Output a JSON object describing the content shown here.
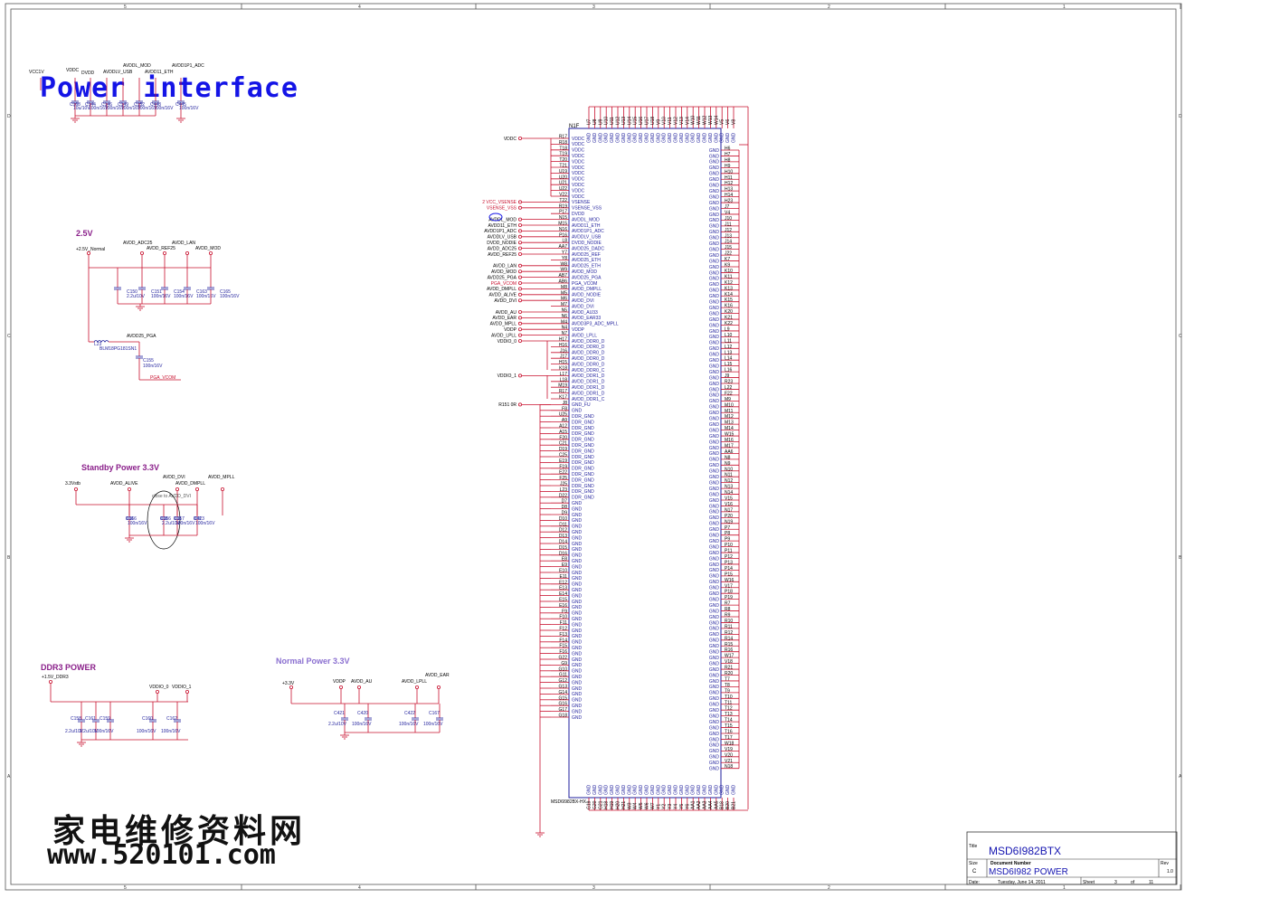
{
  "page": {
    "title": "Power interface",
    "colors": {
      "wire": "#c8102e",
      "part": "#1e1e9c",
      "border": "#444444",
      "title": "#1414e6",
      "section": "#8a1f8a"
    }
  },
  "border": {
    "col_labels": [
      "5",
      "4",
      "3",
      "2",
      "1"
    ],
    "row_labels": [
      "D",
      "C",
      "B",
      "A"
    ]
  },
  "top_group": {
    "labels": [
      "VCC1V",
      "VDDC",
      "DVDD",
      "AVDDLV_USB",
      "AVDDL_MOD",
      "AVDD11_ETH",
      "AVDD1P1_ADC"
    ],
    "caps": [
      "C168",
      "C144",
      "C146",
      "C149",
      "C152",
      "C448",
      "C445"
    ],
    "values": [
      "10u/10V",
      "100n/16V",
      "100n/16V",
      "100n/16V",
      "100n/16V",
      "100n/16V",
      "100n/16V"
    ]
  },
  "sec_25v": {
    "title": "2.5V",
    "nets": [
      "+2.5V_Normal",
      "AVDD_ADC25",
      "AVDD_REF25",
      "AVDD_LAN",
      "AVDD_MOD"
    ],
    "caps": [
      "C150",
      "C151",
      "C154",
      "C163",
      "C165"
    ],
    "values": [
      "2.2u/10V",
      "100n/16V",
      "100n/16V",
      "100n/16V",
      "100n/16V"
    ],
    "inductor": "L23",
    "inductor_part": "BLM18PG181SN1",
    "out_net": "AVDD25_PGA",
    "out_cap": "C155",
    "out_cap_value": "100n/16V",
    "pga": "PGA_VCOM"
  },
  "sec_standby": {
    "title": "Standby Power 3.3V",
    "nets": [
      "3.3Vstb",
      "AVDD_ALIVE",
      "AVDD_DVI",
      "AVDD_DMPLL",
      "AVDD_MPLL"
    ],
    "note": "close to AVDD_DVI",
    "caps": [
      "C166",
      "C156",
      "C157",
      "C423"
    ],
    "values": [
      "100n/16V",
      "2.2u/10V",
      "100n/16V",
      "100n/16V"
    ]
  },
  "sec_ddr3": {
    "title": "DDR3 POWER",
    "nets": [
      "+1.5V_DDR3",
      "VDDIO_0",
      "VDDIO_1"
    ],
    "caps": [
      "C158",
      "C161",
      "C159",
      "C160",
      "C162"
    ],
    "values": [
      "2.2u/10V",
      "2.2u/10V",
      "100n/16V",
      "100n/16V",
      "100n/16V"
    ]
  },
  "sec_normal": {
    "title": "Normal Power 3.3V",
    "nets": [
      "+3.3V",
      "VDDP",
      "AVDD_AU",
      "AVDD_LPLL",
      "AVDD_EAR"
    ],
    "caps": [
      "C421",
      "C420",
      "C422",
      "C167"
    ],
    "values": [
      "2.2u/10V",
      "100n/16V",
      "100n/16V",
      "100n/16V"
    ]
  },
  "chip": {
    "ref": "N1F",
    "part": "MSD6I982BX-HX",
    "left_pins": [
      {
        "pin": "R17",
        "name": "VDDC",
        "net": "VDDC"
      },
      {
        "pin": "R18",
        "name": "VDDC"
      },
      {
        "pin": "T18",
        "name": "VDDC"
      },
      {
        "pin": "T19",
        "name": "VDDC"
      },
      {
        "pin": "T20",
        "name": "VDDC"
      },
      {
        "pin": "T21",
        "name": "VDDC"
      },
      {
        "pin": "U19",
        "name": "VDDC"
      },
      {
        "pin": "U20",
        "name": "VDDC"
      },
      {
        "pin": "U21",
        "name": "VDDC"
      },
      {
        "pin": "U22",
        "name": "VDDC"
      },
      {
        "pin": "V22",
        "name": "VDDC"
      },
      {
        "pin": "T22",
        "name": "VSENSE",
        "net": "2  VCC_VSENSE"
      },
      {
        "pin": "R19",
        "name": "VSENSE_VSS",
        "net": "VSENSE_VSS"
      },
      {
        "pin": "P17",
        "name": "DVDD"
      },
      {
        "pin": "N15",
        "name": "AVDDL_MOD",
        "net": "AVDDL_MOD"
      },
      {
        "pin": "M15",
        "name": "AVDD11_ETH",
        "net": "AVDD11_ETH"
      },
      {
        "pin": "N16",
        "name": "AVDD1P1_ADC",
        "net": "AVDD1P1_ADC"
      },
      {
        "pin": "P16",
        "name": "AVDDLV_USB",
        "net": "AVDDLV_USB"
      },
      {
        "pin": "L8",
        "name": "DVDD_NODIE",
        "net": "DVDD_NODIE"
      },
      {
        "pin": "AA7",
        "name": "AVDD25_DADC",
        "net": "AVDD_ADC25"
      },
      {
        "pin": "Y7",
        "name": "AVDD25_REF",
        "net": "AVDD_REF25"
      },
      {
        "pin": "Y8",
        "name": "AVDD25_ETH"
      },
      {
        "pin": "W8",
        "name": "AVDD25_ETH",
        "net": "AVDD_LAN"
      },
      {
        "pin": "W9",
        "name": "AVDD_MOD",
        "net": "AVDD_MOD"
      },
      {
        "pin": "AB7",
        "name": "AVDD25_PGA",
        "net": "AVDD25_PGA"
      },
      {
        "pin": "AB6",
        "name": "PGA_VCOM",
        "net": "PGA_VCOM"
      },
      {
        "pin": "M8",
        "name": "AVDD_DMPLL",
        "net": "AVDD_DMPLL"
      },
      {
        "pin": "M5",
        "name": "AVDD_NODIE",
        "net": "AVDD_ALIVE"
      },
      {
        "pin": "M6",
        "name": "AVDD_DVI",
        "net": "AVDD_DVI"
      },
      {
        "pin": "M7",
        "name": "AVDD_DVI"
      },
      {
        "pin": "N5",
        "name": "AVDD_AU33",
        "net": "AVDD_AU"
      },
      {
        "pin": "N6",
        "name": "AVDD_EAR33",
        "net": "AVDD_EAR"
      },
      {
        "pin": "M4",
        "name": "AVDD3P3_ADC_MPLL",
        "net": "AVDD_MPLL"
      },
      {
        "pin": "N4",
        "name": "VDDP",
        "net": "VDDP"
      },
      {
        "pin": "N7",
        "name": "AVDD_LPLL",
        "net": "AVDD_LPLL"
      },
      {
        "pin": "H17",
        "name": "AVDD_DDR0_D",
        "net": "VDDIO_0"
      },
      {
        "pin": "H16",
        "name": "AVDD_DDR0_D"
      },
      {
        "pin": "J16",
        "name": "AVDD_DDR0_D"
      },
      {
        "pin": "J17",
        "name": "AVDD_DDR0_D"
      },
      {
        "pin": "H15",
        "name": "AVDD_DDR0_D"
      },
      {
        "pin": "K18",
        "name": "AVDD_DDR0_C"
      },
      {
        "pin": "L17",
        "name": "AVDD_DDR1_D",
        "net": "VDDIO_1"
      },
      {
        "pin": "L18",
        "name": "AVDD_DDR1_D"
      },
      {
        "pin": "M19",
        "name": "AVDD_DDR1_D"
      },
      {
        "pin": "R17",
        "name": "AVDD_DDR1_D"
      },
      {
        "pin": "K17",
        "name": "AVDD_DDR1_C"
      },
      {
        "pin": "J8",
        "name": "GND_FU",
        "net": "R151 0R"
      },
      {
        "pin": "F8",
        "name": "GND"
      },
      {
        "pin": "U25",
        "name": "DDR_GND"
      },
      {
        "pin": "A9",
        "name": "DDR_GND"
      },
      {
        "pin": "A12",
        "name": "DDR_GND"
      },
      {
        "pin": "A15",
        "name": "DDR_GND"
      },
      {
        "pin": "F20",
        "name": "DDR_GND"
      },
      {
        "pin": "C21",
        "name": "DDR_GND"
      },
      {
        "pin": "D19",
        "name": "DDR_GND"
      },
      {
        "pin": "C25",
        "name": "DDR_GND"
      },
      {
        "pin": "E19",
        "name": "DDR_GND"
      },
      {
        "pin": "F19",
        "name": "DDR_GND"
      },
      {
        "pin": "E22",
        "name": "DDR_GND"
      },
      {
        "pin": "F25",
        "name": "DDR_GND"
      },
      {
        "pin": "J25",
        "name": "DDR_GND"
      },
      {
        "pin": "L23",
        "name": "DDR_GND"
      },
      {
        "pin": "D22",
        "name": "DDR_GND"
      },
      {
        "pin": "D7",
        "name": "GND"
      },
      {
        "pin": "D8",
        "name": "GND"
      },
      {
        "pin": "D9",
        "name": "GND"
      },
      {
        "pin": "D10",
        "name": "GND"
      },
      {
        "pin": "D11",
        "name": "GND"
      },
      {
        "pin": "D12",
        "name": "GND"
      },
      {
        "pin": "D13",
        "name": "GND"
      },
      {
        "pin": "D14",
        "name": "GND"
      },
      {
        "pin": "D15",
        "name": "GND"
      },
      {
        "pin": "D16",
        "name": "GND"
      },
      {
        "pin": "E8",
        "name": "GND"
      },
      {
        "pin": "E9",
        "name": "GND"
      },
      {
        "pin": "E10",
        "name": "GND"
      },
      {
        "pin": "E11",
        "name": "GND"
      },
      {
        "pin": "E12",
        "name": "GND"
      },
      {
        "pin": "E13",
        "name": "GND"
      },
      {
        "pin": "E14",
        "name": "GND"
      },
      {
        "pin": "E15",
        "name": "GND"
      },
      {
        "pin": "E16",
        "name": "GND"
      },
      {
        "pin": "F9",
        "name": "GND"
      },
      {
        "pin": "F10",
        "name": "GND"
      },
      {
        "pin": "F11",
        "name": "GND"
      },
      {
        "pin": "F12",
        "name": "GND"
      },
      {
        "pin": "F13",
        "name": "GND"
      },
      {
        "pin": "F14",
        "name": "GND"
      },
      {
        "pin": "F15",
        "name": "GND"
      },
      {
        "pin": "F16",
        "name": "GND"
      },
      {
        "pin": "G22",
        "name": "GND"
      },
      {
        "pin": "G9",
        "name": "GND"
      },
      {
        "pin": "G10",
        "name": "GND"
      },
      {
        "pin": "G11",
        "name": "GND"
      },
      {
        "pin": "G12",
        "name": "GND"
      },
      {
        "pin": "G13",
        "name": "GND"
      },
      {
        "pin": "G14",
        "name": "GND"
      },
      {
        "pin": "G15",
        "name": "GND"
      },
      {
        "pin": "G16",
        "name": "GND"
      },
      {
        "pin": "G17",
        "name": "GND"
      },
      {
        "pin": "G18",
        "name": "GND"
      }
    ],
    "right_pins": [
      "H6",
      "H7",
      "H8",
      "H9",
      "H10",
      "H11",
      "H12",
      "H13",
      "H14",
      "H23",
      "J7",
      "V4",
      "J10",
      "J11",
      "J12",
      "J13",
      "J14",
      "J15",
      "J22",
      "K7",
      "K9",
      "K10",
      "K11",
      "K12",
      "K13",
      "K14",
      "K15",
      "K16",
      "K20",
      "K21",
      "K22",
      "L9",
      "L10",
      "L11",
      "L12",
      "L13",
      "L14",
      "L15",
      "L16",
      "J9",
      "R23",
      "L22",
      "F22",
      "M9",
      "M10",
      "M11",
      "M12",
      "M13",
      "M14",
      "W15",
      "M16",
      "M17",
      "AA6",
      "N8",
      "N9",
      "N10",
      "N11",
      "N12",
      "N13",
      "N14",
      "V15",
      "V16",
      "N17",
      "P20",
      "N19",
      "P7",
      "P8",
      "P9",
      "P10",
      "P11",
      "P12",
      "P13",
      "P14",
      "P15",
      "W16",
      "V17",
      "P18",
      "P19",
      "R7",
      "R8",
      "R9",
      "R10",
      "R11",
      "R12",
      "R14",
      "R15",
      "R16",
      "W17",
      "V18",
      "R21",
      "R20",
      "T7",
      "T8",
      "T9",
      "T10",
      "T11",
      "T12",
      "T13",
      "T14",
      "T15",
      "T16",
      "T17",
      "W18",
      "V19",
      "V20",
      "V21",
      "N18"
    ],
    "top_pins": [
      "U7",
      "U8",
      "U9",
      "U10",
      "U11",
      "U12",
      "U13",
      "U14",
      "U15",
      "U16",
      "U17",
      "U18",
      "V9",
      "V10",
      "V11",
      "V12",
      "V13",
      "V14",
      "W10",
      "W11",
      "W12",
      "W13",
      "W14",
      "V5",
      "V6",
      "V8"
    ],
    "bottom_pins": [
      "G19",
      "G20",
      "G21",
      "H18",
      "H19",
      "H20",
      "H21",
      "W3",
      "W4",
      "W5",
      "W6",
      "W7",
      "Y1",
      "Y2",
      "Y3",
      "Y4",
      "Y5",
      "Y6",
      "AA1",
      "AA2",
      "AA3",
      "AA4",
      "AA5",
      "B18",
      "B20",
      "B21"
    ]
  },
  "title_block": {
    "title_label": "Title",
    "title": "MSD6I982BTX",
    "size_label": "Size",
    "size": "C",
    "docnum_label": "Document Number",
    "docnum": "MSD6I982 POWER",
    "rev_label": "Rev",
    "rev": "1.0",
    "date_label": "Date:",
    "date": "Tuesday, June 14, 2011",
    "sheet_label": "Sheet",
    "sheet": "3",
    "of_label": "of",
    "total": "11"
  },
  "watermark": {
    "cn": "家电维修资料网",
    "url": "www.520101.com"
  }
}
